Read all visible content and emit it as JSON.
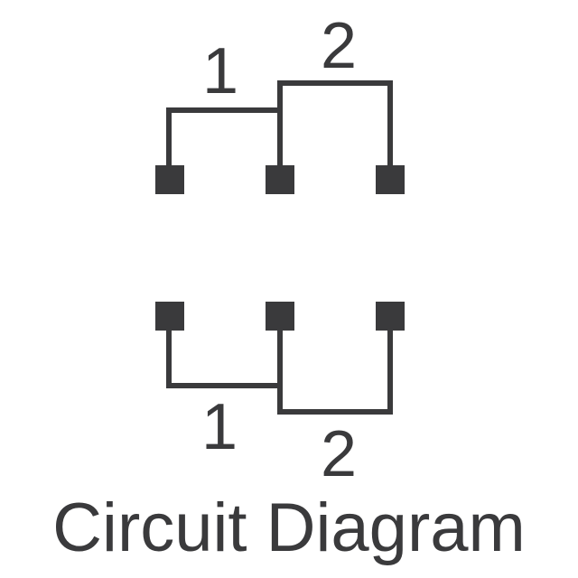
{
  "caption": "Circuit Diagram",
  "colors": {
    "ink": "#3a3a3c",
    "background": "#ffffff"
  },
  "top_group": {
    "label_1": "1",
    "label_2": "2"
  },
  "bottom_group": {
    "label_1": "1",
    "label_2": "2"
  }
}
